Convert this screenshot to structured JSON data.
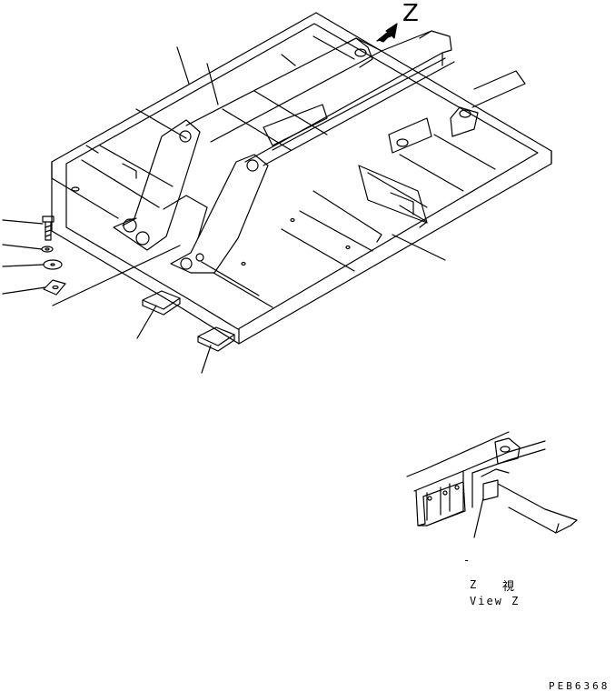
{
  "view_letter": "Z",
  "inset": {
    "view_char": "Z",
    "view_kanji": "視",
    "view_text": "View Z",
    "dash": "-"
  },
  "drawing_code": "PEB6368",
  "colors": {
    "line": "#000000",
    "background": "#ffffff"
  }
}
